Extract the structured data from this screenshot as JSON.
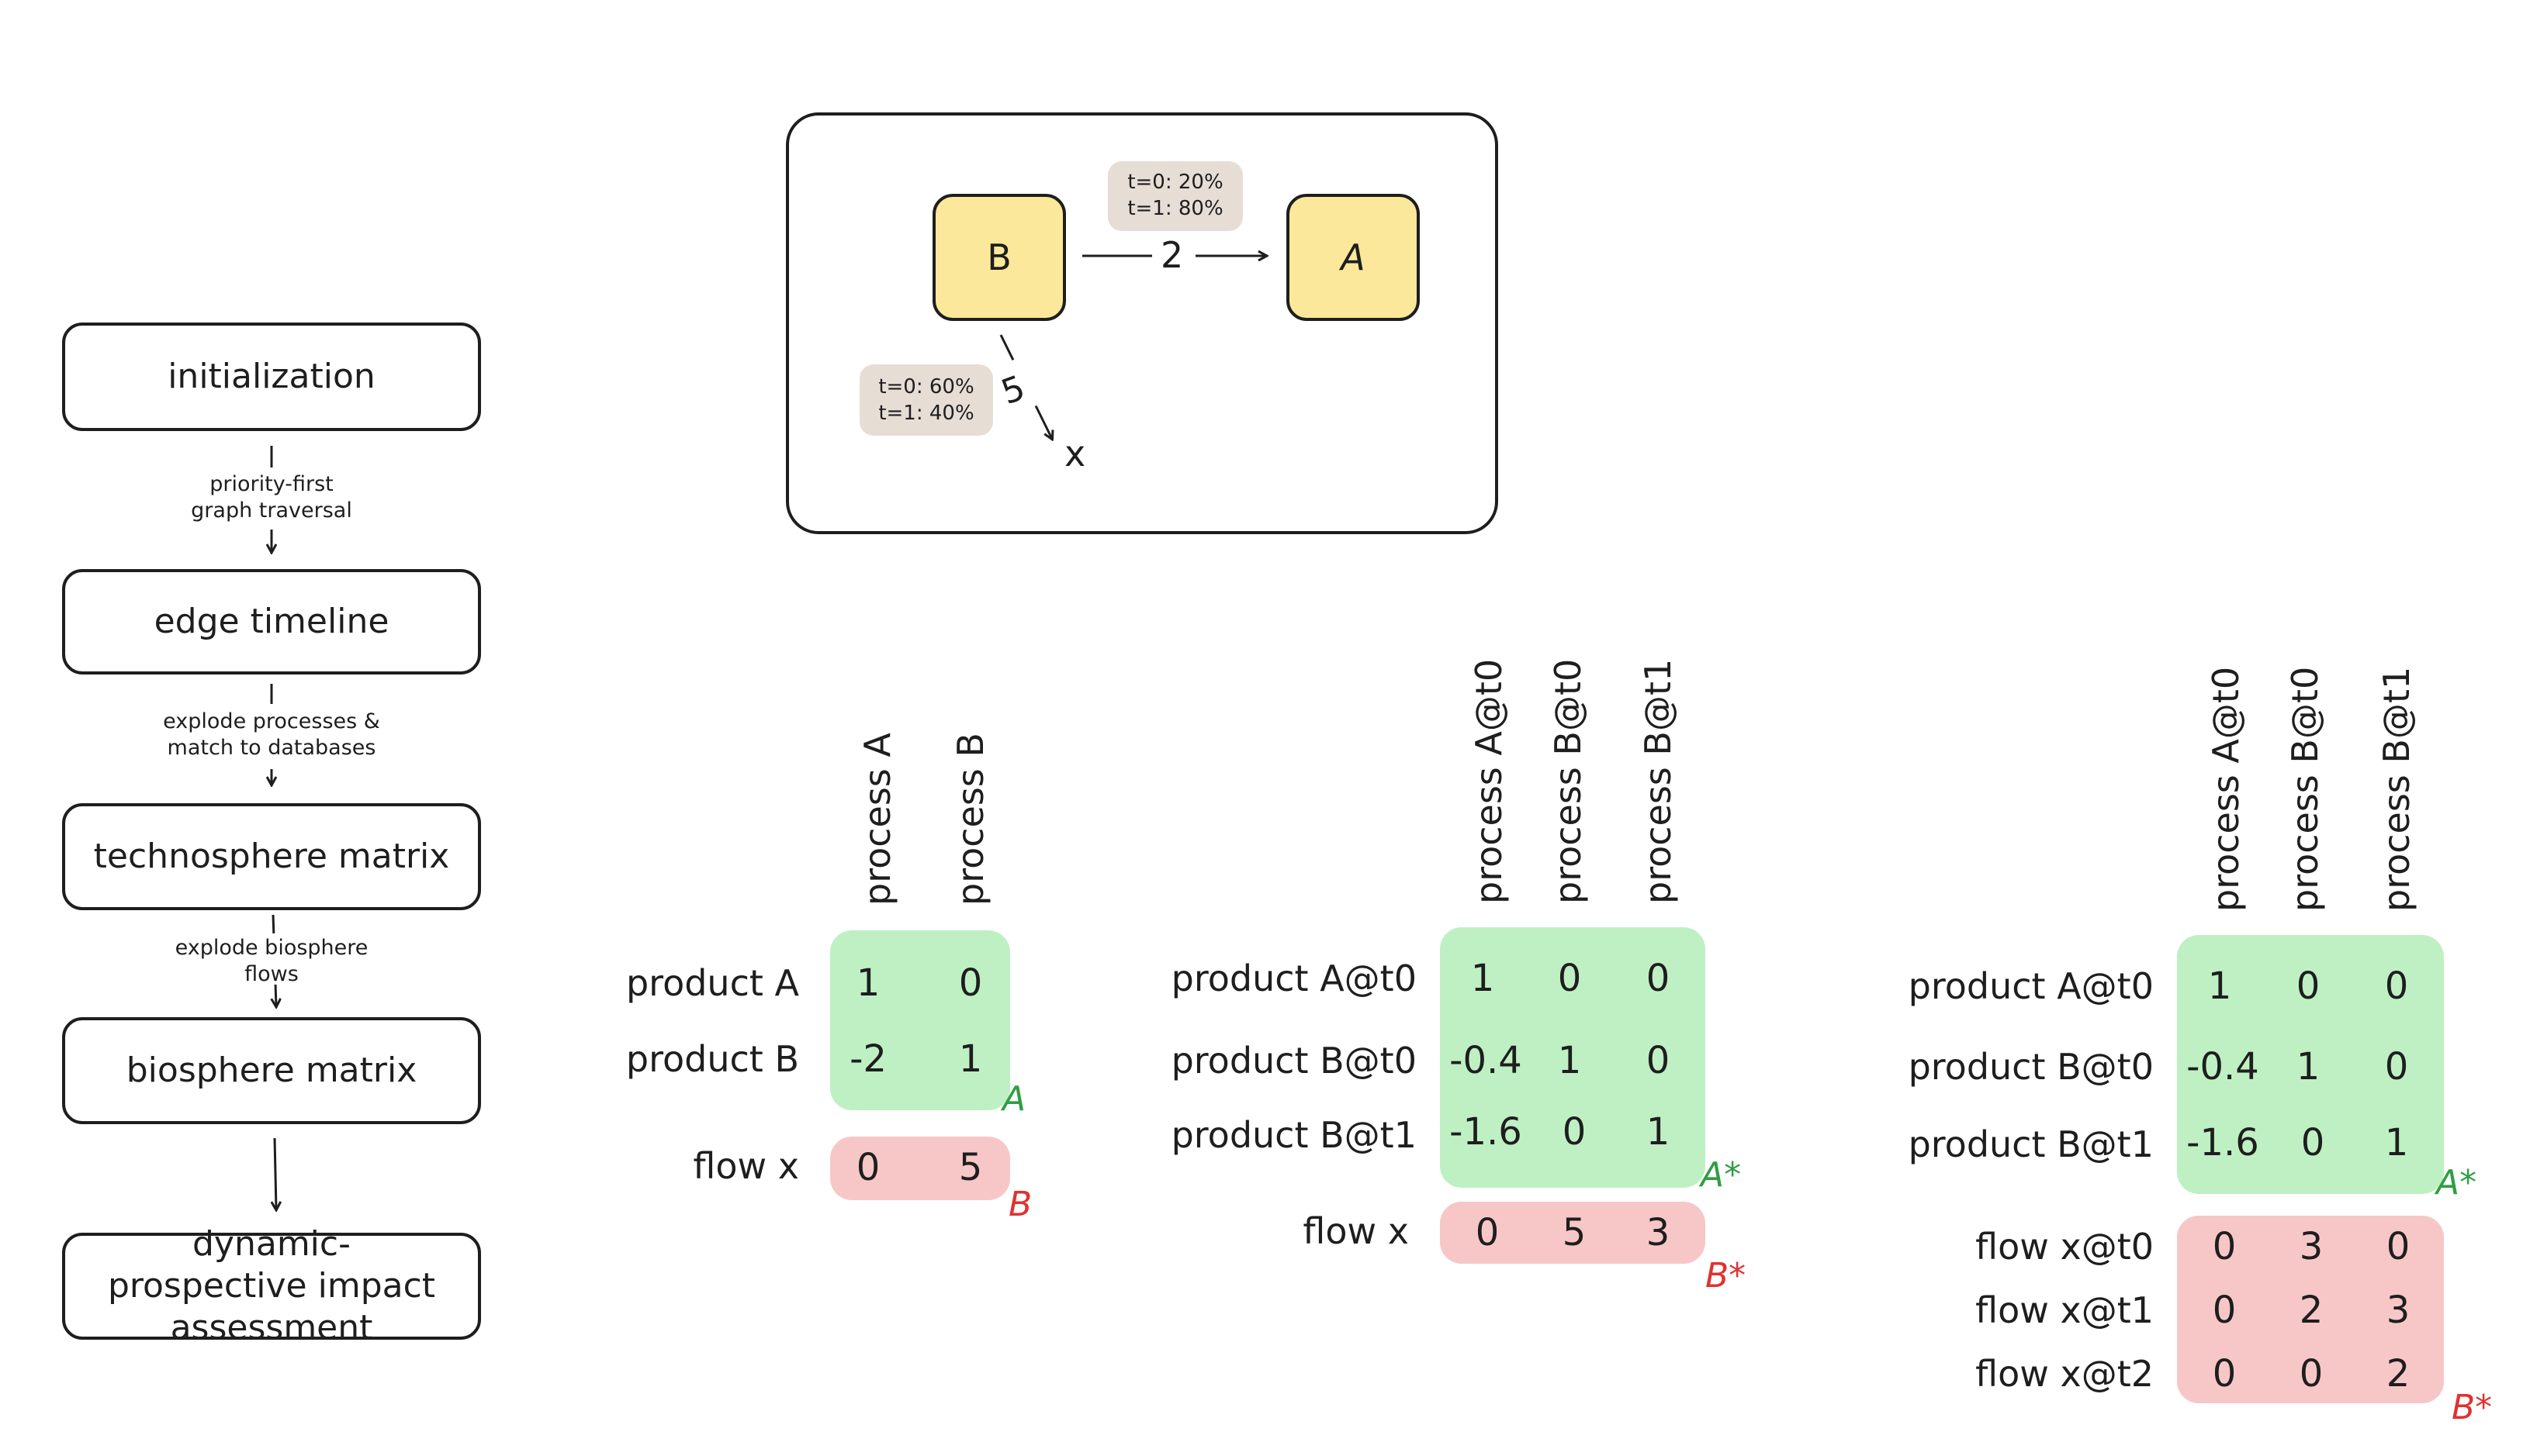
{
  "pipeline": {
    "steps": [
      "initialization",
      "edge timeline",
      "technosphere matrix",
      "biosphere matrix",
      "dynamic-prospective impact assessment"
    ],
    "edge_labels": [
      "priority-first\ngraph traversal",
      "explode processes &\nmatch to databases",
      "explode biosphere\nflows",
      ""
    ]
  },
  "graph": {
    "node_b": "B",
    "node_a": "A",
    "edge_ba_amount": "2",
    "edge_ba_tag": "t=0: 20%\nt=1: 80%",
    "edge_bx_amount": "5",
    "edge_bx_tag": "t=0: 60%\nt=1: 40%",
    "flow_node": "x"
  },
  "matrix1": {
    "cols": [
      "process A",
      "process B"
    ],
    "tech_rows": [
      "product A",
      "product B"
    ],
    "tech_values": [
      [
        "1",
        "0"
      ],
      [
        "-2",
        "1"
      ]
    ],
    "bio_rows": [
      "flow x"
    ],
    "bio_values": [
      [
        "0",
        "5"
      ]
    ],
    "tech_name": "A",
    "bio_name": "B"
  },
  "matrix2": {
    "cols": [
      "process A@t0",
      "process B@t0",
      "process B@t1"
    ],
    "tech_rows": [
      "product A@t0",
      "product B@t0",
      "product B@t1"
    ],
    "tech_values": [
      [
        "1",
        "0",
        "0"
      ],
      [
        "-0.4",
        "1",
        "0"
      ],
      [
        "-1.6",
        "0",
        "1"
      ]
    ],
    "bio_rows": [
      "flow x"
    ],
    "bio_values": [
      [
        "0",
        "5",
        "3"
      ]
    ],
    "tech_name": "A*",
    "bio_name": "B*"
  },
  "matrix3": {
    "cols": [
      "process A@t0",
      "process B@t0",
      "process B@t1"
    ],
    "tech_rows": [
      "product A@t0",
      "product B@t0",
      "product B@t1"
    ],
    "tech_values": [
      [
        "1",
        "0",
        "0"
      ],
      [
        "-0.4",
        "1",
        "0"
      ],
      [
        "-1.6",
        "0",
        "1"
      ]
    ],
    "bio_rows": [
      "flow x@t0",
      "flow x@t1",
      "flow x@t2"
    ],
    "bio_values": [
      [
        "0",
        "3",
        "0"
      ],
      [
        "0",
        "2",
        "3"
      ],
      [
        "0",
        "0",
        "2"
      ]
    ],
    "tech_name": "A*",
    "bio_name": "B*"
  },
  "colors": {
    "green": "#bff0c3",
    "red": "#f7c7c7",
    "node": "#fbe89a",
    "tag": "#e6ddd5",
    "green_text": "#2f9e44",
    "red_text": "#e03131"
  }
}
